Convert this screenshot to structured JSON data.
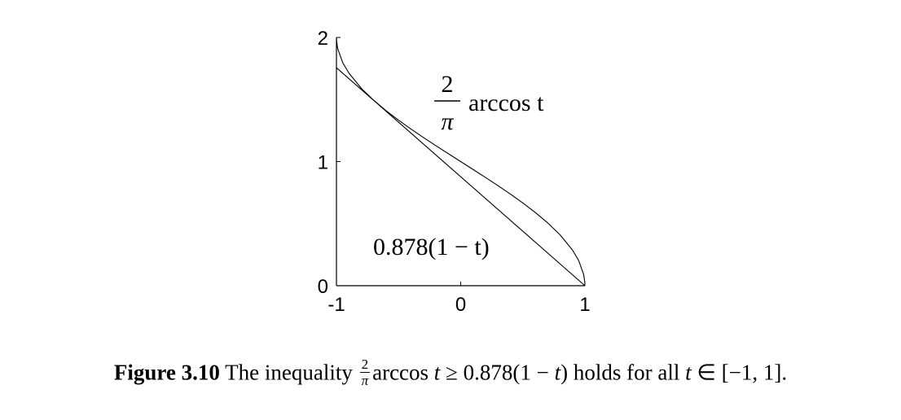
{
  "chart_data": {
    "type": "line",
    "xlim": [
      -1,
      1
    ],
    "ylim": [
      0,
      2
    ],
    "x_ticks": [
      "-1",
      "0",
      "1"
    ],
    "y_ticks": [
      "0",
      "1",
      "2"
    ],
    "grid": false,
    "series": [
      {
        "name": "arccos t",
        "fraction_numerator": "2",
        "fraction_denominator": "π",
        "formula": "(2/π) arccos(t)",
        "x": [
          -1,
          -0.999,
          -0.99,
          -0.95,
          -0.9,
          -0.8,
          -0.7,
          -0.6,
          -0.5,
          -0.4,
          -0.3,
          -0.2,
          -0.1,
          0,
          0.1,
          0.2,
          0.3,
          0.4,
          0.5,
          0.6,
          0.7,
          0.8,
          0.9,
          0.95,
          0.99,
          0.999,
          1
        ],
        "y": [
          2,
          1.9715,
          1.9099,
          1.7978,
          1.7129,
          1.5903,
          1.4936,
          1.4097,
          1.3333,
          1.262,
          1.194,
          1.1282,
          1.0638,
          1,
          0.9362,
          0.8718,
          0.806,
          0.738,
          0.6667,
          0.5903,
          0.5064,
          0.4097,
          0.2871,
          0.2022,
          0.0901,
          0.0285,
          0
        ]
      },
      {
        "name": "0.878(1 − t)",
        "formula": "0.878(1 - t)",
        "x": [
          -1,
          1
        ],
        "y": [
          1.756,
          0
        ]
      }
    ]
  },
  "caption": {
    "label": "Figure 3.10",
    "text_before": "The inequality",
    "frac_num": "2",
    "frac_den": "π",
    "func": "arccos",
    "var": "t",
    "rel": "≥ 0.878(1 −",
    "var2": "t",
    "text_after": ") holds for all",
    "var3": "t",
    "set": "∈ [−1, 1]."
  }
}
